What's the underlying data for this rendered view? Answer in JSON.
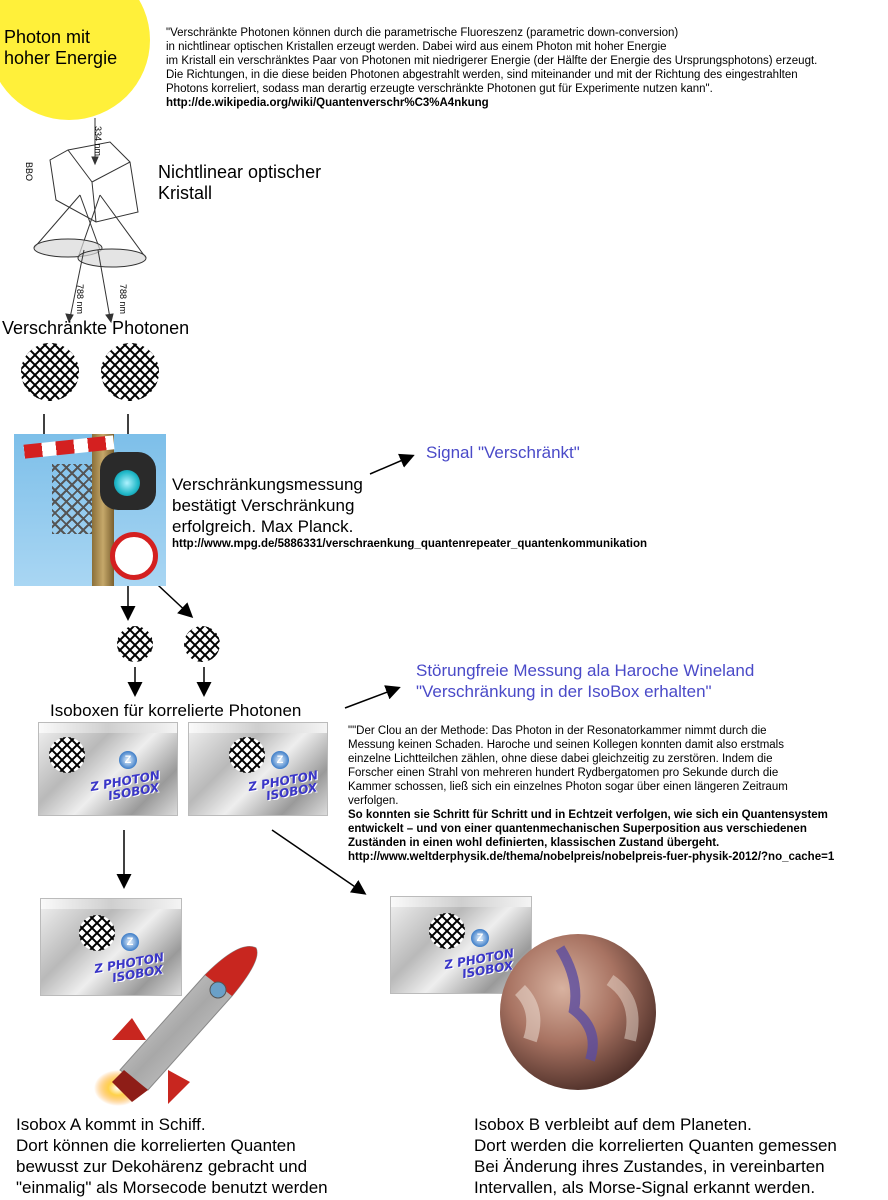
{
  "header": {
    "sun_label_line1": "Photon mit",
    "sun_label_line2": "hoher Energie",
    "quote_lines": [
      "\"Verschränkte Photonen können durch die parametrische Fluoreszenz (parametric down-conversion)",
      "in nichtlinear optischen Kristallen erzeugt werden. Dabei wird aus einem Photon mit hoher Energie",
      "im Kristall ein verschränktes Paar von Photonen mit niedrigerer Energie (der Hälfte der Energie des Ursprungsphotons) erzeugt.",
      "Die Richtungen, in die diese beiden Photonen abgestrahlt werden, sind miteinander und mit der Richtung des eingestrahlten",
      "Photons korreliert, sodass man derartig erzeugte verschränkte Photonen gut für Experimente nutzen kann\"."
    ],
    "wiki_link": "http://de.wikipedia.org/wiki/Quantenverschr%C3%A4nkung"
  },
  "crystal": {
    "label_line1": "Nichtlinear optischer",
    "label_line2": "Kristall",
    "wavelength_in": "334 nm",
    "crystal_name": "BBO",
    "wavelength_out_left": "788 nm",
    "wavelength_out_right": "788 nm"
  },
  "entangled_label": "Verschränkte Photonen",
  "measurement": {
    "text_line1": "Verschränkungsmessung",
    "text_line2": "bestätigt Verschränkung",
    "text_line3": "erfolgreich. Max Planck.",
    "link": "http://www.mpg.de/5886331/verschraenkung_quantenrepeater_quantenkommunikation",
    "signal": "Signal \"Verschränkt\""
  },
  "isobox_section": {
    "label": "Isoboxen für korrelierte Photonen",
    "heading_line1": "Störungfreie Messung ala Haroche Wineland",
    "heading_line2": "\"Verschränkung in der IsoBox erhalten\"",
    "quote_lines": [
      "\"\"Der Clou an der Methode: Das Photon in der Resonatorkammer nimmt durch die",
      "Messung keinen Schaden. Haroche und seinen Kollegen konnten damit also erstmals",
      "einzelne Lichtteilchen zählen, ohne diese dabei gleichzeitig zu zerstören.  Indem die",
      "Forscher einen Strahl von mehreren hundert Rydbergatomen pro Sekunde durch die",
      "Kammer schossen, ließ sich ein einzelnes Photon sogar über einen längeren Zeitraum",
      "verfolgen."
    ],
    "bold_lines": [
      "So konnten sie Schritt für Schritt und in Echtzeit verfolgen, wie sich ein Quantensystem",
      "entwickelt – und von einer quantenmechanischen Superposition aus verschiedenen",
      "Zuständen in einen wohl definierten, klassischen Zustand übergeht.",
      "http://www.weltderphysik.de/thema/nobelpreis/nobelpreis-fuer-physik-2012/?no_cache=1"
    ],
    "box_brand_line1": "Z  PHOTON",
    "box_brand_line2": "ISOBOX",
    "box_logo": "Z"
  },
  "bottom": {
    "left_lines": [
      "Isobox A kommt in Schiff.",
      "Dort können die korrelierten Quanten",
      "bewusst zur Dekohärenz gebracht und",
      "\"einmalig\" als Morsecode benutzt werden"
    ],
    "right_lines": [
      "Isobox B verbleibt auf dem Planeten.",
      "Dort werden die korrelierten Quanten gemessen",
      "Bei Änderung ihres Zustandes, in vereinbarten",
      "Intervallen, als Morse-Signal erkannt werden."
    ]
  },
  "colors": {
    "sun": "#fff03a",
    "link_blue": "#4a4ac8",
    "box_text": "#3a36c8",
    "lens_cyan": "#20b8c8",
    "sign_red": "#d42020",
    "sky": "#8fc7ec"
  }
}
